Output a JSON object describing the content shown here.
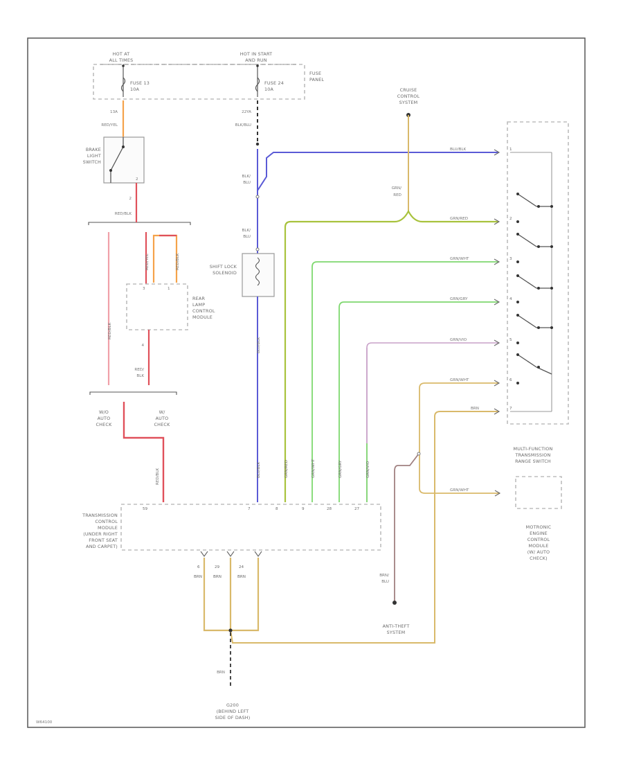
{
  "diagram": {
    "code": "W64100",
    "power_left": {
      "title": "HOT AT",
      "subtitle": "ALL TIMES"
    },
    "power_right": {
      "title": "HOT IN START",
      "subtitle": "AND RUN"
    },
    "fuse_panel_label": [
      "FUSE",
      "PANEL"
    ],
    "fuse_left": {
      "name": "FUSE 13",
      "rating": "10A"
    },
    "fuse_right": {
      "name": "FUSE 24",
      "rating": "10A"
    },
    "wire_fuse13_pin": "13A",
    "wire_fuse13_color": "RED/YEL",
    "wire_fuse24_pin": "22YA",
    "wire_fuse24_color": "BLK/BLU",
    "brake_switch_label": [
      "BRAKE",
      "LIGHT",
      "SWITCH"
    ],
    "brake_pin": "2",
    "wire_red_blk": "RED/BLK",
    "wire_red_blk_vert": "RED/BLK",
    "wire_red_yel_vert": "RED/YEL",
    "wire_red_blk_vert2": "RED/BLK",
    "rear_lamp_label": [
      "REAR",
      "LAMP",
      "CONTROL",
      "MODULE"
    ],
    "rear_lamp_pin_left": "3",
    "rear_lamp_pin_right": "1",
    "rear_lamp_out_pin": "4",
    "wire_red_blk_bottom": [
      "RED/",
      "BLK"
    ],
    "check_left": [
      "W/O",
      "AUTO",
      "CHECK"
    ],
    "check_right": [
      "W/",
      "AUTO",
      "CHECK"
    ],
    "wire_tcm_red": "RED/BLK",
    "wire_blk_blu_1": [
      "BLK/",
      "BLU"
    ],
    "wire_blk_blu_2": [
      "BLK/",
      "BLU"
    ],
    "shift_lock_label": [
      "SHIFT LOCK",
      "SOLENOID"
    ],
    "wire_blu": "BLU/BLK",
    "cruise_label": [
      "CRUISE",
      "CONTROL",
      "SYSTEM"
    ],
    "wire_grn_red": [
      "GRN/",
      "RED"
    ],
    "range_wires": [
      "BLU/BLK",
      "GRN/RED",
      "GRN/WHT",
      "GRN/GRY",
      "GRN/VIO",
      "GRN/WHT",
      "BRN"
    ],
    "range_pins": [
      "1",
      "2",
      "3",
      "4",
      "5",
      "6",
      "7"
    ],
    "range_switch_label": [
      "MULTI-FUNCTION",
      "TRANSMISSION",
      "RANGE SWITCH"
    ],
    "motronic_wire": "GRN/WHT",
    "motronic_label": [
      "MOTRONIC",
      "ENGINE",
      "CONTROL",
      "MODULE",
      "(W/ AUTO",
      "CHECK)"
    ],
    "tcm_label": [
      "TRANSMISSION",
      "CONTROL",
      "MODULE",
      "(UNDER RIGHT",
      "FRONT SEAT",
      "AND CARPET)"
    ],
    "tcm_top_pins": [
      "59",
      "7",
      "8",
      "9",
      "28",
      "27"
    ],
    "tcm_vert_wires": [
      "BLU/BLK",
      "GRN/RED",
      "GRN/WHT",
      "GRN/GRY",
      "GRN/VIO"
    ],
    "tcm_bottom_pins": [
      "6",
      "29",
      "24"
    ],
    "tcm_bottom_wires": [
      "BRN",
      "BRN",
      "BRN"
    ],
    "wire_brn_blu": [
      "BRN/",
      "BLU"
    ],
    "antitheft_label": [
      "ANTI-THEFT",
      "SYSTEM"
    ],
    "ground_wire": "BRN",
    "ground_label": [
      "G200",
      "(BEHIND LEFT",
      "SIDE OF DASH)"
    ],
    "colors": {
      "red": "#e0505a",
      "red_light": "#f0a0a8",
      "orange": "#f5a24a",
      "blue": "#5a5ad6",
      "olive": "#a8c23c",
      "green": "#7ed86e",
      "violet": "#c8a0c8",
      "tan": "#d9b96a",
      "brown": "#a08080"
    }
  }
}
